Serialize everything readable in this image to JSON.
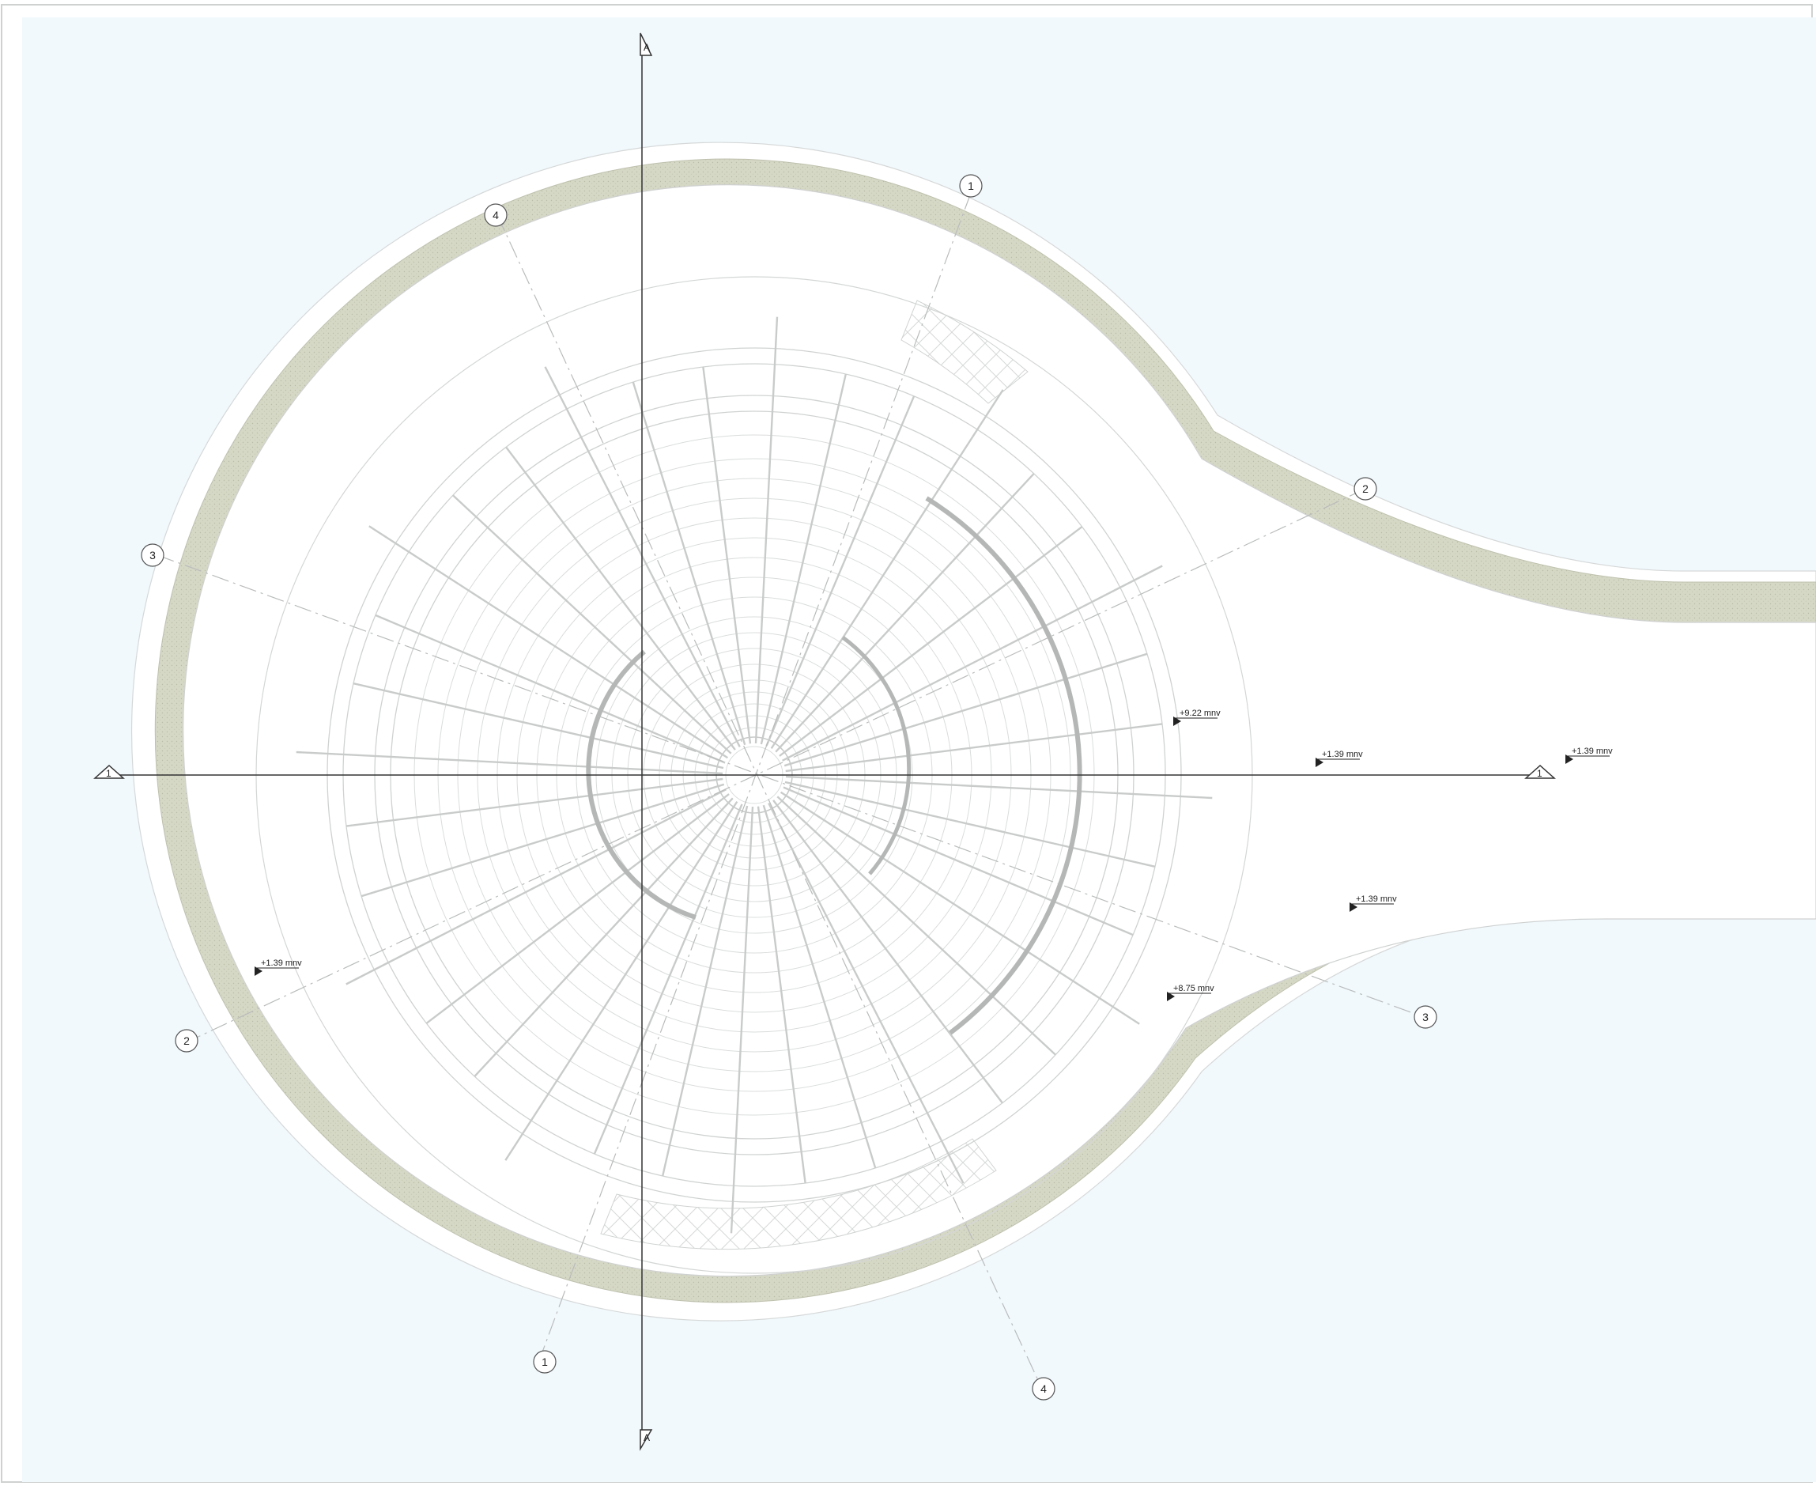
{
  "section_markers": {
    "a_label": "A",
    "one_label": "1"
  },
  "gridlines": [
    {
      "label": "1"
    },
    {
      "label": "1"
    },
    {
      "label": "2"
    },
    {
      "label": "2"
    },
    {
      "label": "3"
    },
    {
      "label": "3"
    },
    {
      "label": "4"
    },
    {
      "label": "4"
    }
  ],
  "levels": [
    {
      "text": "+9.22 mnv"
    },
    {
      "text": "+1.39 mnv"
    },
    {
      "text": "+1.39 mnv"
    },
    {
      "text": "+1.39 mnv"
    },
    {
      "text": "+1.39 mnv"
    },
    {
      "text": "+8.75 mnv"
    }
  ],
  "colors": {
    "water": "#f1f9fd",
    "border_band": "#d7d8c8",
    "plaza": "#ffffff",
    "lines": "#d4d6d6",
    "section_line": "#333333"
  }
}
